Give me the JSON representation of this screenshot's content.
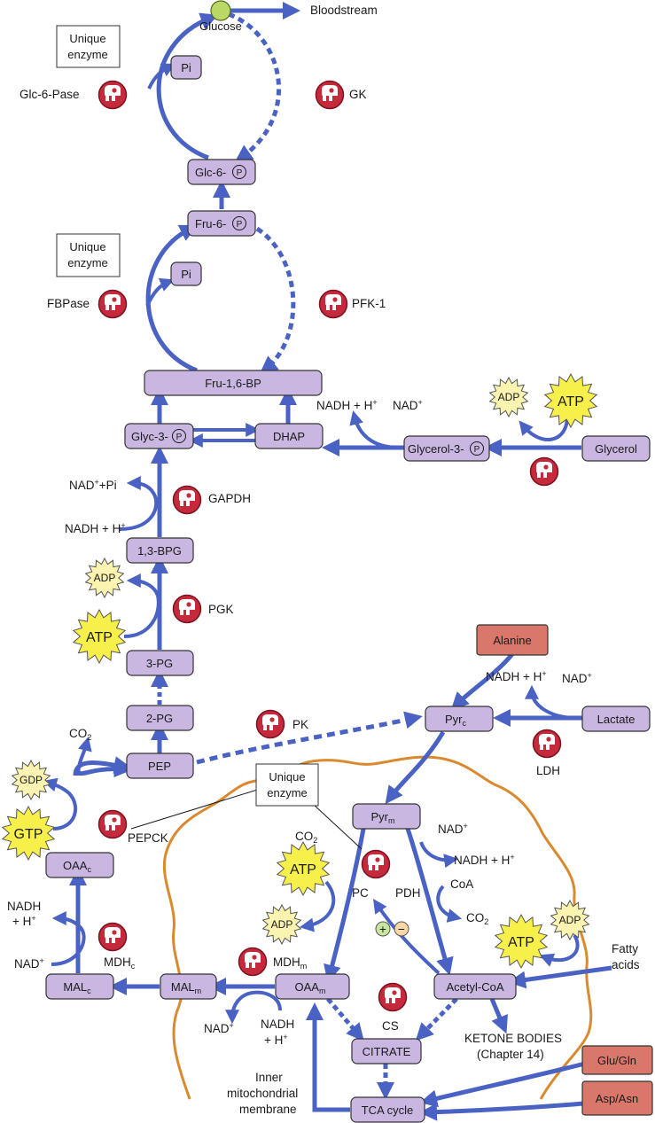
{
  "nodes": {
    "glucose": "Glucose",
    "bloodstream": "Bloodstream",
    "pi_top": "Pi",
    "glc6p": "Glc-6-",
    "fru6p": "Fru-6-",
    "pi_mid": "Pi",
    "fru16bp": "Fru-1,6-BP",
    "glyc3p": "Glyc-3-",
    "dhap": "DHAP",
    "glycerol3p": "Glycerol-3-",
    "glycerol": "Glycerol",
    "bpg13": "1,3-BPG",
    "pg3": "3-PG",
    "pg2": "2-PG",
    "pep": "PEP",
    "alanine": "Alanine",
    "pyrc": "Pyr",
    "pyrc_sub": "c",
    "lactate": "Lactate",
    "pyrm": "Pyr",
    "pyrm_sub": "m",
    "oaac": "OAA",
    "oaac_sub": "c",
    "malc": "MAL",
    "malc_sub": "c",
    "malm": "MAL",
    "malm_sub": "m",
    "oaam": "OAA",
    "oaam_sub": "m",
    "acetylcoa": "Acetyl-CoA",
    "citrate": "CITRATE",
    "tca": "TCA cycle",
    "gluglnn": "Glu/Gln",
    "aspasn": "Asp/Asn",
    "phospho": "P"
  },
  "enzymes": {
    "glc6pase": "Glc-6-Pase",
    "gk": "GK",
    "fbpase": "FBPase",
    "pfk1": "PFK-1",
    "gapdh": "GAPDH",
    "pgk": "PGK",
    "pk": "PK",
    "ldh": "LDH",
    "pepck": "PEPCK",
    "mdhc": "MDH",
    "mdhc_sub": "c",
    "mdhm": "MDH",
    "mdhm_sub": "m",
    "pc": "PC",
    "pdh": "PDH",
    "cs": "CS"
  },
  "boxes": {
    "unique1_line1": "Unique",
    "unique1_line2": "enzyme",
    "unique2_line1": "Unique",
    "unique2_line2": "enzyme",
    "unique3_line1": "Unique",
    "unique3_line2": "enzyme"
  },
  "cofactors": {
    "nadh_h": "NADH + H",
    "nad": "NAD",
    "nad_pi": "NAD",
    "nad_pi_suffix": "+Pi",
    "co2": "CO",
    "co2_sub": "2",
    "coa": "CoA",
    "nadh": "NADH",
    "plus_h": "+ H",
    "sup_plus": "+",
    "atp": "ATP",
    "adp": "ADP",
    "gtp": "GTP",
    "gdp": "GDP",
    "plus_sign": "+",
    "minus_sign": "−"
  },
  "labels": {
    "fatty_acids_1": "Fatty",
    "fatty_acids_2": "acids",
    "ketone_1": "KETONE BODIES",
    "ketone_2": "(Chapter 14)",
    "membrane_1": "Inner",
    "membrane_2": "mitochondrial",
    "membrane_3": "membrane"
  },
  "colors": {
    "arrow": "#4a62c4",
    "node_fill": "#c9b7e2",
    "enzyme": "#c42a3c",
    "membrane": "#d98a2e",
    "atp_fill": "#f8f04a",
    "adp_fill": "#fbf3b0",
    "red_box": "#d9776a",
    "glucose_dot": "#b9d866"
  }
}
